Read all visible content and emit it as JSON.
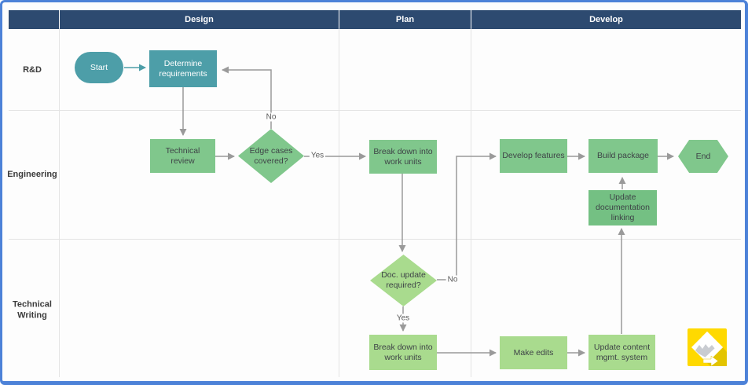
{
  "header": {
    "columns": [
      "Design",
      "Plan",
      "Develop"
    ]
  },
  "lanes": [
    "R&D",
    "Engineering",
    "Technical Writing"
  ],
  "nodes": {
    "start": {
      "label": "Start",
      "shape": "stadium"
    },
    "determine_requirements": {
      "label": "Determine requirements",
      "shape": "rect"
    },
    "technical_review": {
      "label": "Technical review",
      "shape": "rect"
    },
    "edge_cases_covered": {
      "label": "Edge cases covered?",
      "shape": "diamond"
    },
    "break_down_work_units_eng": {
      "label": "Break down into work units",
      "shape": "rect"
    },
    "develop_features": {
      "label": "Develop features",
      "shape": "rect"
    },
    "build_package": {
      "label": "Build package",
      "shape": "rect"
    },
    "end": {
      "label": "End",
      "shape": "hexagon"
    },
    "update_documentation_linking": {
      "label": "Update documentation linking",
      "shape": "rect"
    },
    "doc_update_required": {
      "label": "Doc. update required?",
      "shape": "diamond"
    },
    "break_down_work_units_tw": {
      "label": "Break down into work units",
      "shape": "rect"
    },
    "make_edits": {
      "label": "Make edits",
      "shape": "rect"
    },
    "update_content_mgmt_system": {
      "label": "Update content mgmt. system",
      "shape": "rect"
    }
  },
  "edge_labels": {
    "edge_cases_no": "No",
    "edge_cases_yes": "Yes",
    "doc_update_no": "No",
    "doc_update_yes": "Yes"
  },
  "colors": {
    "frame_border": "#4d82d8",
    "header_bg": "#2d4a70",
    "teal_node": "#4d9ea8",
    "green_node": "#80c78c",
    "green_dark_node": "#74c083",
    "light_green_node": "#a9db8e",
    "connector": "#9a9a9a",
    "logo_yellow": "#ffd900"
  }
}
